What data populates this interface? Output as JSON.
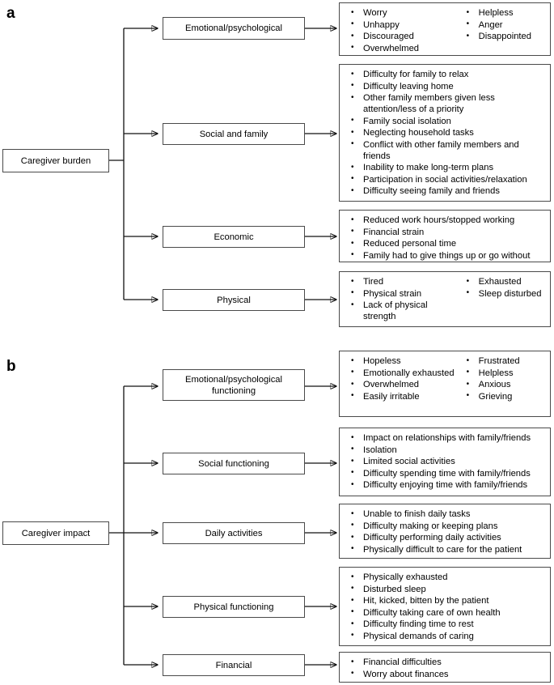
{
  "figure": {
    "panels": [
      {
        "label": "a",
        "root": "Caregiver burden",
        "branches": [
          {
            "name": "Emotional/psychological",
            "items_col1": [
              "Worry",
              "Unhappy",
              "Discouraged",
              "Overwhelmed"
            ],
            "items_col2": [
              "Helpless",
              "Anger",
              "Disappointed"
            ]
          },
          {
            "name": "Social and family",
            "items_col1": [
              "Difficulty for family to relax",
              "Difficulty leaving home",
              "Other family members given less attention/less of a priority",
              "Family social isolation",
              "Neglecting household tasks",
              "Conflict with other family members and friends",
              "Inability to make long-term plans",
              "Participation in social activities/relaxation",
              "Difficulty seeing family and friends"
            ],
            "items_col2": []
          },
          {
            "name": "Economic",
            "items_col1": [
              "Reduced work hours/stopped working",
              "Financial strain",
              "Reduced personal time",
              "Family had to give things up or go without"
            ],
            "items_col2": []
          },
          {
            "name": "Physical",
            "items_col1": [
              "Tired",
              "Physical strain",
              "Lack of physical strength"
            ],
            "items_col2": [
              "Exhausted",
              "Sleep disturbed"
            ]
          }
        ]
      },
      {
        "label": "b",
        "root": "Caregiver impact",
        "branches": [
          {
            "name": "Emotional/psychological functioning",
            "items_col1": [
              "Hopeless",
              "Emotionally exhausted",
              "Overwhelmed",
              "Easily irritable"
            ],
            "items_col2": [
              "Frustrated",
              "Helpless",
              "Anxious",
              "Grieving"
            ]
          },
          {
            "name": "Social functioning",
            "items_col1": [
              "Impact on relationships with family/friends",
              "Isolation",
              "Limited social activities",
              "Difficulty spending time with family/friends",
              "Difficulty enjoying time with family/friends"
            ],
            "items_col2": []
          },
          {
            "name": "Daily activities",
            "items_col1": [
              "Unable to finish daily tasks",
              "Difficulty making or keeping plans",
              "Difficulty performing daily activities",
              "Physically difficult to care for the patient"
            ],
            "items_col2": []
          },
          {
            "name": "Physical functioning",
            "items_col1": [
              "Physically exhausted",
              "Disturbed sleep",
              "Hit, kicked, bitten by the patient",
              "Difficulty taking care of own health",
              "Difficulty finding time to rest",
              "Physical demands of caring"
            ],
            "items_col2": []
          },
          {
            "name": "Financial",
            "items_col1": [
              "Financial difficulties",
              "Worry about finances"
            ],
            "items_col2": []
          }
        ]
      }
    ],
    "colors": {
      "box_border": "#4a4a4a",
      "connector": "#111111",
      "background": "#ffffff",
      "text": "#000000"
    }
  }
}
